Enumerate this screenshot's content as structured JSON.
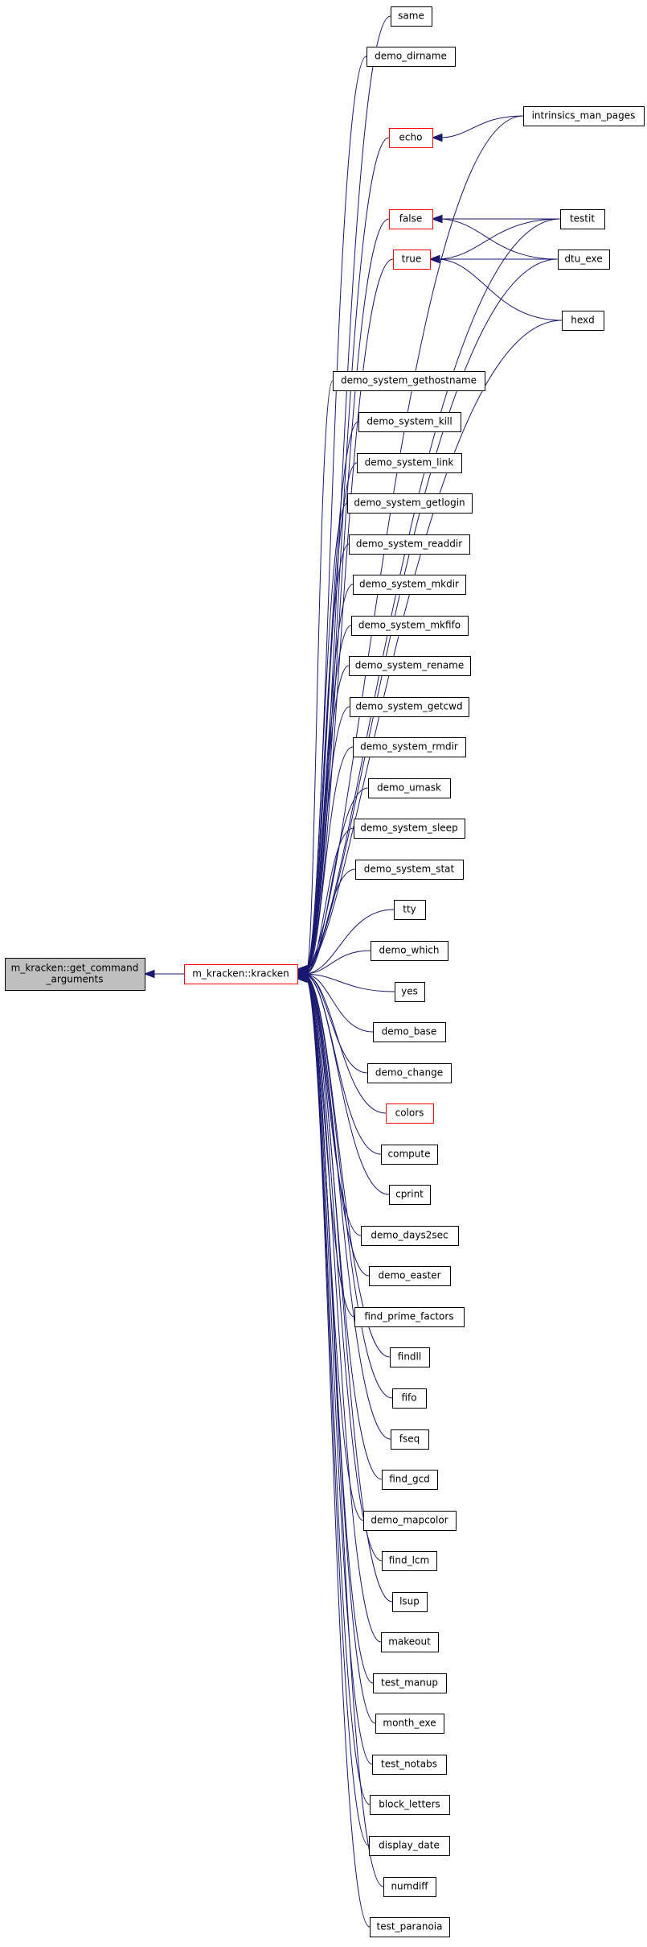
{
  "diagram": {
    "type": "call-graph",
    "colors": {
      "edge": "#191970",
      "node_border": "#000000",
      "node_highlight_border": "#ff0000",
      "root_fill": "#bfbfbf"
    },
    "nodes": [
      {
        "id": "get_command_arguments",
        "lines": [
          "m_kracken::get_command",
          "_arguments"
        ],
        "style": "root"
      },
      {
        "id": "kracken",
        "lines": [
          "m_kracken::kracken"
        ],
        "style": "red"
      },
      {
        "id": "same",
        "lines": [
          "same"
        ],
        "style": "normal"
      },
      {
        "id": "demo_dirname",
        "lines": [
          "demo_dirname"
        ],
        "style": "normal"
      },
      {
        "id": "echo",
        "lines": [
          "echo"
        ],
        "style": "red"
      },
      {
        "id": "false",
        "lines": [
          "false"
        ],
        "style": "red"
      },
      {
        "id": "true",
        "lines": [
          "true"
        ],
        "style": "red"
      },
      {
        "id": "intrinsics_man_pages",
        "lines": [
          "intrinsics_man_pages"
        ],
        "style": "normal"
      },
      {
        "id": "testit",
        "lines": [
          "testit"
        ],
        "style": "normal"
      },
      {
        "id": "dtu_exe",
        "lines": [
          "dtu_exe"
        ],
        "style": "normal"
      },
      {
        "id": "hexd",
        "lines": [
          "hexd"
        ],
        "style": "normal"
      },
      {
        "id": "demo_system_gethostname",
        "lines": [
          "demo_system_gethostname"
        ],
        "style": "normal"
      },
      {
        "id": "demo_system_kill",
        "lines": [
          "demo_system_kill"
        ],
        "style": "normal"
      },
      {
        "id": "demo_system_link",
        "lines": [
          "demo_system_link"
        ],
        "style": "normal"
      },
      {
        "id": "demo_system_getlogin",
        "lines": [
          "demo_system_getlogin"
        ],
        "style": "normal"
      },
      {
        "id": "demo_system_readdir",
        "lines": [
          "demo_system_readdir"
        ],
        "style": "normal"
      },
      {
        "id": "demo_system_mkdir",
        "lines": [
          "demo_system_mkdir"
        ],
        "style": "normal"
      },
      {
        "id": "demo_system_mkfifo",
        "lines": [
          "demo_system_mkfifo"
        ],
        "style": "normal"
      },
      {
        "id": "demo_system_rename",
        "lines": [
          "demo_system_rename"
        ],
        "style": "normal"
      },
      {
        "id": "demo_system_getcwd",
        "lines": [
          "demo_system_getcwd"
        ],
        "style": "normal"
      },
      {
        "id": "demo_system_rmdir",
        "lines": [
          "demo_system_rmdir"
        ],
        "style": "normal"
      },
      {
        "id": "demo_umask",
        "lines": [
          "demo_umask"
        ],
        "style": "normal"
      },
      {
        "id": "demo_system_sleep",
        "lines": [
          "demo_system_sleep"
        ],
        "style": "normal"
      },
      {
        "id": "demo_system_stat",
        "lines": [
          "demo_system_stat"
        ],
        "style": "normal"
      },
      {
        "id": "tty",
        "lines": [
          "tty"
        ],
        "style": "normal"
      },
      {
        "id": "demo_which",
        "lines": [
          "demo_which"
        ],
        "style": "normal"
      },
      {
        "id": "yes",
        "lines": [
          "yes"
        ],
        "style": "normal"
      },
      {
        "id": "demo_base",
        "lines": [
          "demo_base"
        ],
        "style": "normal"
      },
      {
        "id": "demo_change",
        "lines": [
          "demo_change"
        ],
        "style": "normal"
      },
      {
        "id": "colors",
        "lines": [
          "colors"
        ],
        "style": "red"
      },
      {
        "id": "compute",
        "lines": [
          "compute"
        ],
        "style": "normal"
      },
      {
        "id": "cprint",
        "lines": [
          "cprint"
        ],
        "style": "normal"
      },
      {
        "id": "demo_days2sec",
        "lines": [
          "demo_days2sec"
        ],
        "style": "normal"
      },
      {
        "id": "demo_easter",
        "lines": [
          "demo_easter"
        ],
        "style": "normal"
      },
      {
        "id": "find_prime_factors",
        "lines": [
          "find_prime_factors"
        ],
        "style": "normal"
      },
      {
        "id": "findll",
        "lines": [
          "findll"
        ],
        "style": "normal"
      },
      {
        "id": "fifo",
        "lines": [
          "fifo"
        ],
        "style": "normal"
      },
      {
        "id": "fseq",
        "lines": [
          "fseq"
        ],
        "style": "normal"
      },
      {
        "id": "find_gcd",
        "lines": [
          "find_gcd"
        ],
        "style": "normal"
      },
      {
        "id": "demo_mapcolor",
        "lines": [
          "demo_mapcolor"
        ],
        "style": "normal"
      },
      {
        "id": "find_lcm",
        "lines": [
          "find_lcm"
        ],
        "style": "normal"
      },
      {
        "id": "lsup",
        "lines": [
          "lsup"
        ],
        "style": "normal"
      },
      {
        "id": "makeout",
        "lines": [
          "makeout"
        ],
        "style": "normal"
      },
      {
        "id": "test_manup",
        "lines": [
          "test_manup"
        ],
        "style": "normal"
      },
      {
        "id": "month_exe",
        "lines": [
          "month_exe"
        ],
        "style": "normal"
      },
      {
        "id": "test_notabs",
        "lines": [
          "test_notabs"
        ],
        "style": "normal"
      },
      {
        "id": "block_letters",
        "lines": [
          "block_letters"
        ],
        "style": "normal"
      },
      {
        "id": "display_date",
        "lines": [
          "display_date"
        ],
        "style": "normal"
      },
      {
        "id": "numdiff",
        "lines": [
          "numdiff"
        ],
        "style": "normal"
      },
      {
        "id": "test_paranoia",
        "lines": [
          "test_paranoia"
        ],
        "style": "normal"
      }
    ],
    "edges": [
      {
        "from": "kracken",
        "to": "get_command_arguments"
      },
      {
        "from": "same",
        "to": "kracken"
      },
      {
        "from": "demo_dirname",
        "to": "kracken"
      },
      {
        "from": "intrinsics_man_pages",
        "to": "kracken"
      },
      {
        "from": "echo",
        "to": "kracken"
      },
      {
        "from": "intrinsics_man_pages",
        "to": "echo"
      },
      {
        "from": "testit",
        "to": "kracken"
      },
      {
        "from": "false",
        "to": "kracken"
      },
      {
        "from": "testit",
        "to": "false"
      },
      {
        "from": "dtu_exe",
        "to": "false"
      },
      {
        "from": "true",
        "to": "kracken"
      },
      {
        "from": "testit",
        "to": "true"
      },
      {
        "from": "dtu_exe",
        "to": "true"
      },
      {
        "from": "hexd",
        "to": "true"
      },
      {
        "from": "dtu_exe",
        "to": "kracken"
      },
      {
        "from": "hexd",
        "to": "kracken"
      },
      {
        "from": "demo_system_gethostname",
        "to": "kracken"
      },
      {
        "from": "demo_system_kill",
        "to": "kracken"
      },
      {
        "from": "demo_system_link",
        "to": "kracken"
      },
      {
        "from": "demo_system_getlogin",
        "to": "kracken"
      },
      {
        "from": "demo_system_readdir",
        "to": "kracken"
      },
      {
        "from": "demo_system_mkdir",
        "to": "kracken"
      },
      {
        "from": "demo_system_mkfifo",
        "to": "kracken"
      },
      {
        "from": "demo_system_rename",
        "to": "kracken"
      },
      {
        "from": "demo_system_getcwd",
        "to": "kracken"
      },
      {
        "from": "demo_system_rmdir",
        "to": "kracken"
      },
      {
        "from": "demo_umask",
        "to": "kracken"
      },
      {
        "from": "demo_system_sleep",
        "to": "kracken"
      },
      {
        "from": "demo_system_stat",
        "to": "kracken"
      },
      {
        "from": "tty",
        "to": "kracken"
      },
      {
        "from": "demo_which",
        "to": "kracken"
      },
      {
        "from": "yes",
        "to": "kracken"
      },
      {
        "from": "demo_base",
        "to": "kracken"
      },
      {
        "from": "demo_change",
        "to": "kracken"
      },
      {
        "from": "colors",
        "to": "kracken"
      },
      {
        "from": "compute",
        "to": "kracken"
      },
      {
        "from": "cprint",
        "to": "kracken"
      },
      {
        "from": "demo_days2sec",
        "to": "kracken"
      },
      {
        "from": "demo_easter",
        "to": "kracken"
      },
      {
        "from": "find_prime_factors",
        "to": "kracken"
      },
      {
        "from": "findll",
        "to": "kracken"
      },
      {
        "from": "fifo",
        "to": "kracken"
      },
      {
        "from": "fseq",
        "to": "kracken"
      },
      {
        "from": "find_gcd",
        "to": "kracken"
      },
      {
        "from": "demo_mapcolor",
        "to": "kracken"
      },
      {
        "from": "find_lcm",
        "to": "kracken"
      },
      {
        "from": "lsup",
        "to": "kracken"
      },
      {
        "from": "makeout",
        "to": "kracken"
      },
      {
        "from": "test_manup",
        "to": "kracken"
      },
      {
        "from": "month_exe",
        "to": "kracken"
      },
      {
        "from": "test_notabs",
        "to": "kracken"
      },
      {
        "from": "block_letters",
        "to": "kracken"
      },
      {
        "from": "display_date",
        "to": "kracken"
      },
      {
        "from": "numdiff",
        "to": "kracken"
      },
      {
        "from": "test_paranoia",
        "to": "kracken"
      }
    ]
  }
}
